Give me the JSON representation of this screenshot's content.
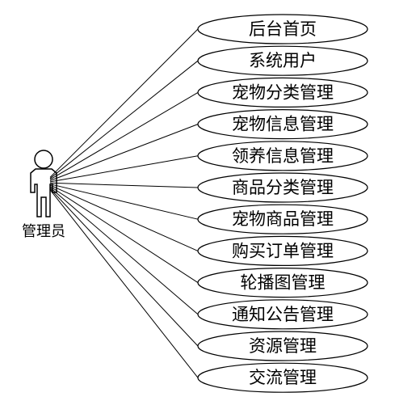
{
  "actor": {
    "label": "管理员"
  },
  "use_cases": [
    {
      "label": "后台首页"
    },
    {
      "label": "系统用户"
    },
    {
      "label": "宠物分类管理"
    },
    {
      "label": "宠物信息管理"
    },
    {
      "label": "领养信息管理"
    },
    {
      "label": "商品分类管理"
    },
    {
      "label": "宠物商品管理"
    },
    {
      "label": "购买订单管理"
    },
    {
      "label": "轮播图管理"
    },
    {
      "label": "通知公告管理"
    },
    {
      "label": "资源管理"
    },
    {
      "label": "交流管理"
    }
  ]
}
